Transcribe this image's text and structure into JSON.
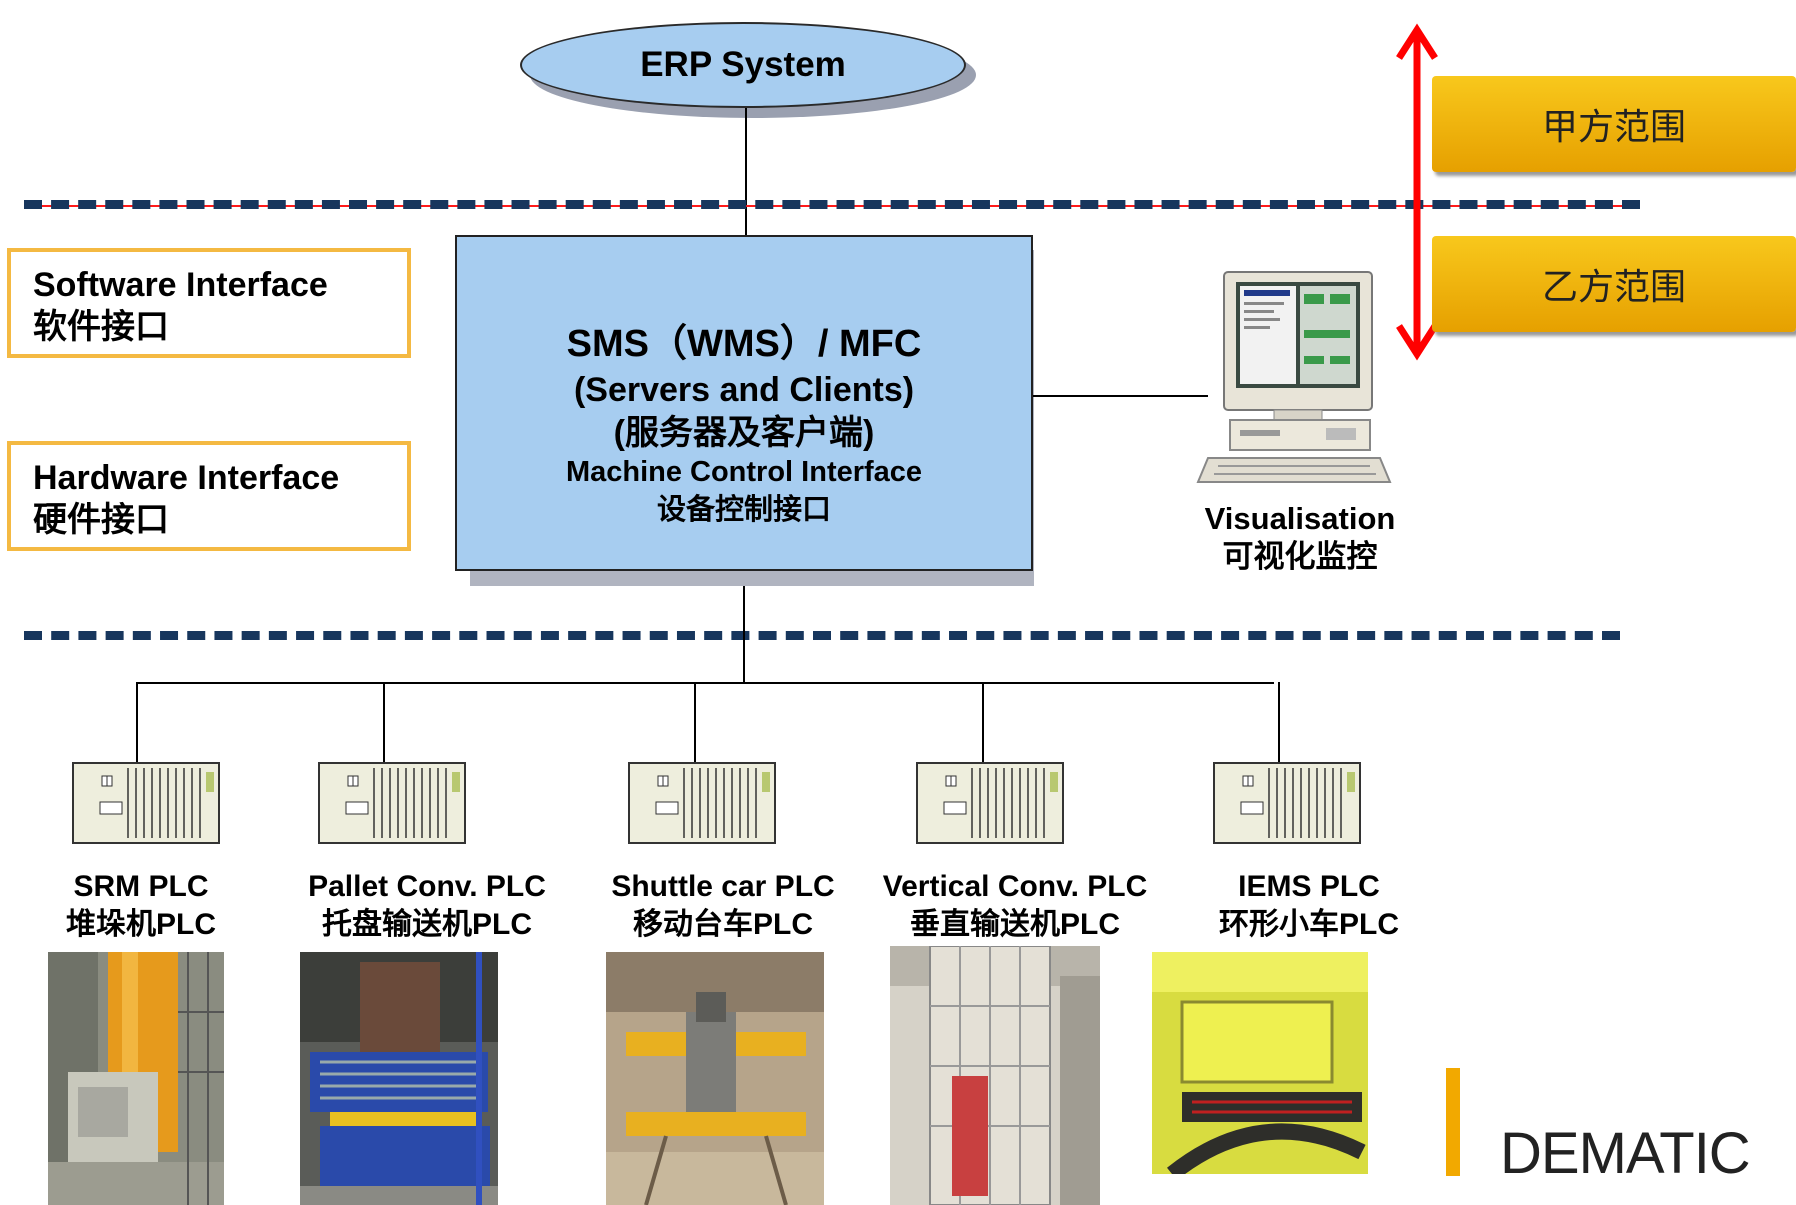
{
  "erp": {
    "label": "ERP System"
  },
  "interfaces": {
    "software": {
      "en": "Software Interface",
      "zh": "软件接口"
    },
    "hardware": {
      "en": "Hardware Interface",
      "zh": "硬件接口"
    }
  },
  "sms": {
    "line1": "SMS（WMS）/ MFC",
    "line2": "(Servers and Clients)",
    "line3": "(服务器及客户端)",
    "line4": "Machine Control Interface",
    "line5": "设备控制接口"
  },
  "visualisation": {
    "en": "Visualisation",
    "zh": "可视化监控"
  },
  "scope": {
    "party_a": "甲方范围",
    "party_b": "乙方范围"
  },
  "plcs": [
    {
      "en": "SRM PLC",
      "zh": "堆垛机PLC"
    },
    {
      "en": "Pallet Conv. PLC",
      "zh": "托盘输送机PLC"
    },
    {
      "en": "Shuttle car PLC",
      "zh": "移动台车PLC"
    },
    {
      "en": "Vertical Conv. PLC",
      "zh": "垂直输送机PLC"
    },
    {
      "en": "IEMS PLC",
      "zh": "环形小车PLC"
    }
  ],
  "logo": {
    "text": "DEMATIC"
  },
  "colors": {
    "box_blue": "#a7cdf0",
    "dash_navy": "#17365d",
    "scope_orange": "#f8c81c",
    "arrow_red": "#ff0000",
    "logo_yellow": "#f2a900"
  }
}
